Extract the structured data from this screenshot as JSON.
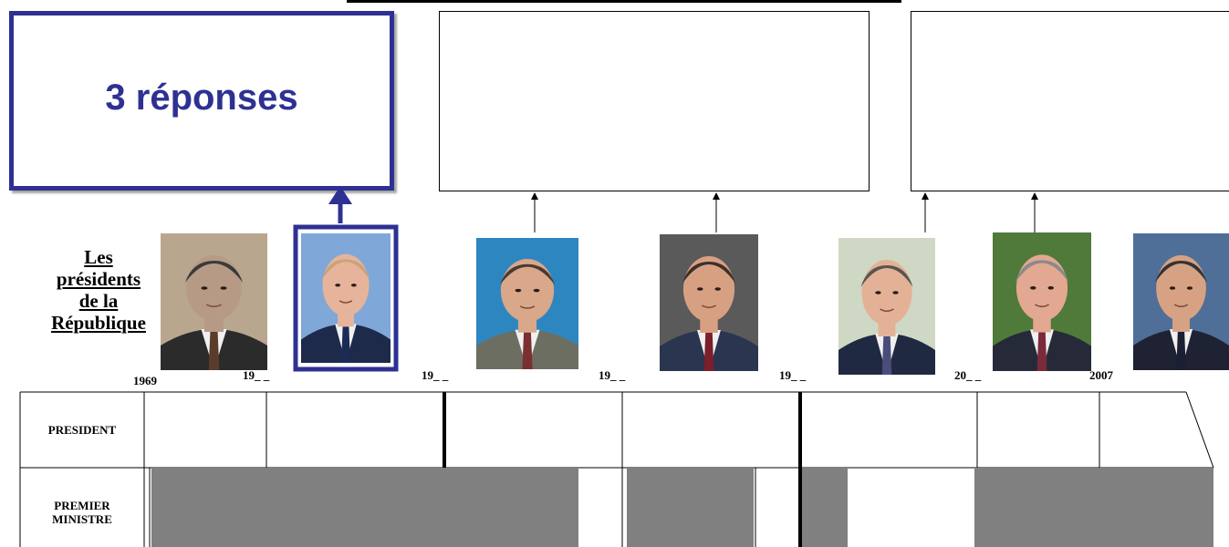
{
  "answer_box": {
    "text": "3 réponses"
  },
  "label": {
    "line1": "Les",
    "line2": "présidents",
    "line3": "de la",
    "line4": "République"
  },
  "photos": [
    {
      "name": "photo-president-1",
      "suit": "#2b2b2b",
      "skin": "#b79a86",
      "bg": "#b9a68f",
      "tie": "#5a3c2a",
      "hair": "#3a3a3a"
    },
    {
      "name": "photo-president-2",
      "suit": "#1d2a4a",
      "skin": "#e6b49a",
      "bg": "#7fa8d8",
      "tie": "#1c2b55",
      "hair": "#c9a27a"
    },
    {
      "name": "photo-president-3",
      "suit": "#6c6e62",
      "skin": "#d9a78a",
      "bg": "#2e86c1",
      "tie": "#7a2f30",
      "hair": "#4a3a30"
    },
    {
      "name": "photo-president-4",
      "suit": "#2a3550",
      "skin": "#d8a083",
      "bg": "#5a5a5a",
      "tie": "#7b1f2a",
      "hair": "#3d3028"
    },
    {
      "name": "photo-president-5",
      "suit": "#1f2a42",
      "skin": "#e3b296",
      "bg": "#cfd8c4",
      "tie": "#4a4d7a",
      "hair": "#5a5550"
    },
    {
      "name": "photo-president-6",
      "suit": "#262a38",
      "skin": "#e3a891",
      "bg": "#4f7a3a",
      "tie": "#7a2a3a",
      "hair": "#8a8a8a"
    },
    {
      "name": "photo-president-7",
      "suit": "#1e2233",
      "skin": "#d7a283",
      "bg": "#4f6f98",
      "tie": "#1a1f33",
      "hair": "#333333"
    }
  ],
  "years": [
    "1969",
    "19_ _",
    "19_ _",
    "19_ _",
    "19_ _",
    "20_ _",
    "2007"
  ],
  "table": {
    "row1_label": "PRESIDENT",
    "row2_label_line1": "PREMIER",
    "row2_label_line2": "MINISTRE"
  },
  "colors": {
    "accent": "#2e3192",
    "shade": "#808080"
  }
}
